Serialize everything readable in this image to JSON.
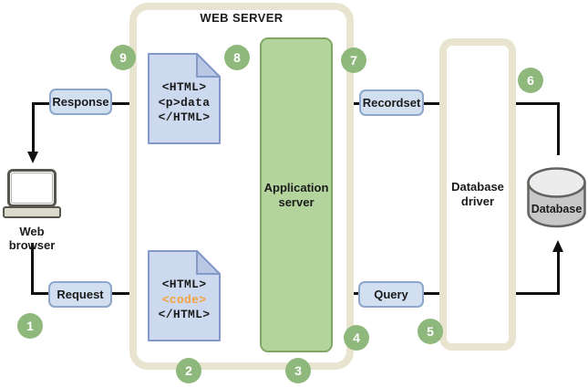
{
  "diagram": {
    "title": "WEB SERVER",
    "web_browser_label": "Web browser",
    "app_server_label": [
      "Application",
      "server"
    ],
    "db_driver_label": [
      "Database",
      "driver"
    ],
    "database_label": "Database",
    "flow_labels": {
      "response": "Response",
      "request": "Request",
      "recordset": "Recordset",
      "query": "Query"
    },
    "response_doc_lines": [
      "<HTML>",
      "<p>data",
      "</HTML>"
    ],
    "request_doc_lines": [
      "<HTML>",
      "<code>",
      "</HTML>"
    ],
    "steps": [
      "1",
      "2",
      "3",
      "4",
      "5",
      "6",
      "7",
      "8",
      "9"
    ],
    "colors": {
      "frame_cream": "#e8e4d0",
      "app_server_green": "#b4d49e",
      "app_server_border": "#7fa763",
      "step_circle_green": "#8fb87c",
      "flow_box_blue": "#d2dff0",
      "flow_box_border": "#8ca7cb",
      "document_blue": "#cdd9ee",
      "document_border": "#8499c7",
      "code_highlight_orange": "#f6a13f",
      "connector_black": "#111111"
    }
  }
}
